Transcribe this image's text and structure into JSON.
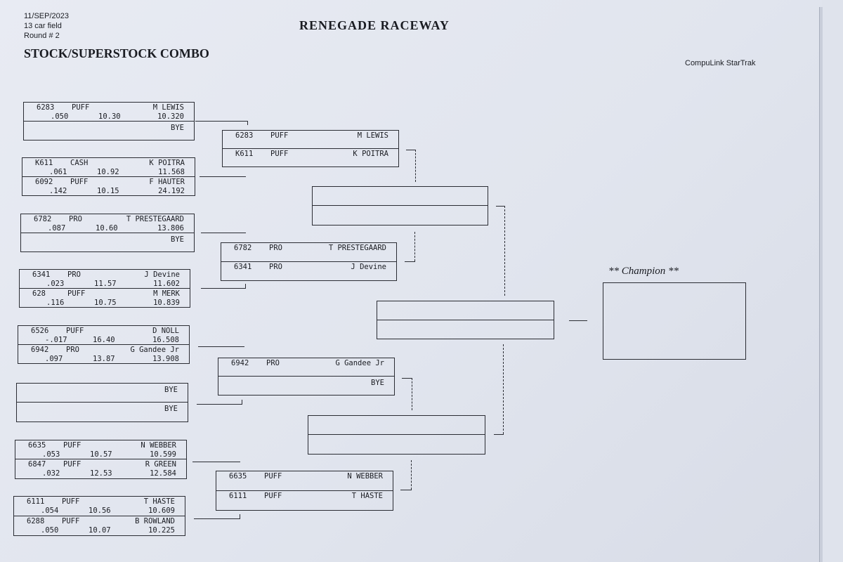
{
  "header": {
    "date": "11/SEP/2023",
    "field": "13 car field",
    "round": "Round # 2",
    "track": "RENEGADE RACEWAY",
    "class": "STOCK/SUPERSTOCK COMBO",
    "software": "CompuLink StarTrak",
    "champion_label": "** Champion **"
  },
  "round1": [
    {
      "top": {
        "car": "6283",
        "cls": "PUFF",
        "name": "M LEWIS",
        "rt": ".050",
        "dial": "10.30",
        "et": "10.320"
      },
      "bot": {
        "name": "BYE"
      }
    },
    {
      "top": {
        "car": "K611",
        "cls": "CASH",
        "name": "K POITRA",
        "rt": ".061",
        "dial": "10.92",
        "et": "11.568"
      },
      "bot": {
        "car": "6092",
        "cls": "PUFF",
        "name": "F HAUTER",
        "rt": ".142",
        "dial": "10.15",
        "et": "24.192"
      }
    },
    {
      "top": {
        "car": "6782",
        "cls": "PRO",
        "name": "T PRESTEGAARD",
        "rt": ".087",
        "dial": "10.60",
        "et": "13.806"
      },
      "bot": {
        "name": "BYE"
      }
    },
    {
      "top": {
        "car": "6341",
        "cls": "PRO",
        "name": "J Devine",
        "rt": ".023",
        "dial": "11.57",
        "et": "11.602"
      },
      "bot": {
        "car": "628",
        "cls": "PUFF",
        "name": "M MERK",
        "rt": ".116",
        "dial": "10.75",
        "et": "10.839"
      }
    },
    {
      "top": {
        "car": "6526",
        "cls": "PUFF",
        "name": "D NOLL",
        "rt": "-.017",
        "dial": "16.40",
        "et": "16.508"
      },
      "bot": {
        "car": "6942",
        "cls": "PRO",
        "name": "G Gandee Jr",
        "rt": ".097",
        "dial": "13.87",
        "et": "13.908"
      }
    },
    {
      "top": {
        "name": "BYE"
      },
      "bot": {
        "name": "BYE"
      }
    },
    {
      "top": {
        "car": "6635",
        "cls": "PUFF",
        "name": "N WEBBER",
        "rt": ".053",
        "dial": "10.57",
        "et": "10.599"
      },
      "bot": {
        "car": "6847",
        "cls": "PUFF",
        "name": "R GREEN",
        "rt": ".032",
        "dial": "12.53",
        "et": "12.584"
      }
    },
    {
      "top": {
        "car": "6111",
        "cls": "PUFF",
        "name": "T HASTE",
        "rt": ".054",
        "dial": "10.56",
        "et": "10.609"
      },
      "bot": {
        "car": "6288",
        "cls": "PUFF",
        "name": "B ROWLAND",
        "rt": ".050",
        "dial": "10.07",
        "et": "10.225"
      }
    }
  ],
  "round2": [
    {
      "top": {
        "car": "6283",
        "cls": "PUFF",
        "name": "M LEWIS"
      },
      "bot": {
        "car": "K611",
        "cls": "PUFF",
        "name": "K POITRA"
      }
    },
    {
      "top": {
        "car": "6782",
        "cls": "PRO",
        "name": "T PRESTEGAARD"
      },
      "bot": {
        "car": "6341",
        "cls": "PRO",
        "name": "J Devine"
      }
    },
    {
      "top": {
        "car": "6942",
        "cls": "PRO",
        "name": "G Gandee Jr"
      },
      "bot": {
        "name": "BYE"
      }
    },
    {
      "top": {
        "car": "6635",
        "cls": "PUFF",
        "name": "N WEBBER"
      },
      "bot": {
        "car": "6111",
        "cls": "PUFF",
        "name": "T HASTE"
      }
    }
  ]
}
